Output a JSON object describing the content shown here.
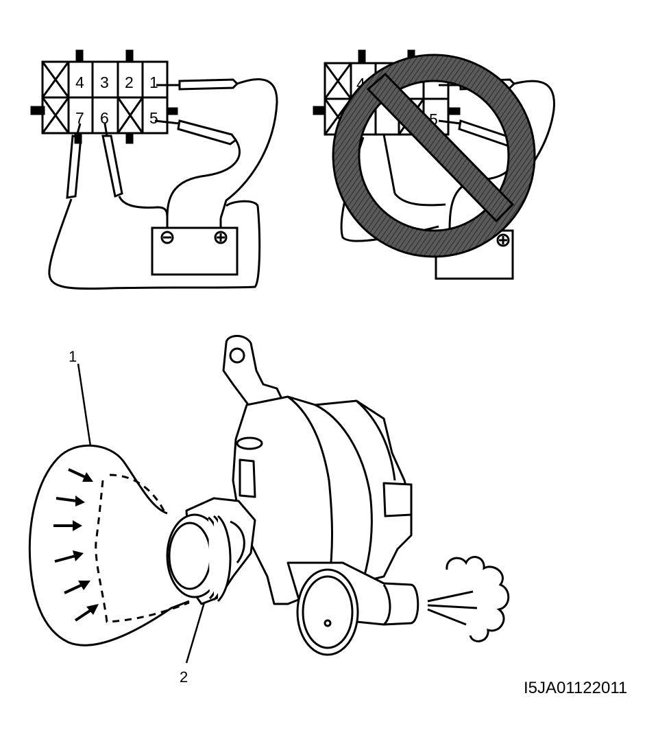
{
  "connector_correct": {
    "top_row": [
      "",
      "4",
      "3",
      "2",
      "1"
    ],
    "bottom_row": [
      "",
      "7",
      "6",
      "",
      "5"
    ]
  },
  "connector_wrong": {
    "top_row_visible": "4",
    "bottom_row_visible": "5"
  },
  "battery": {
    "negative": "⊖",
    "positive": "⊕"
  },
  "callouts": {
    "one": "1",
    "two": "2"
  },
  "figure_code": "I5JA01122011",
  "colors": {
    "ink": "#000000",
    "prohibit_fill": "#4a4a4a",
    "paper": "#ffffff"
  },
  "icons": [
    "prohibited-sign-icon",
    "arrow-icon",
    "air-puff-icon"
  ]
}
